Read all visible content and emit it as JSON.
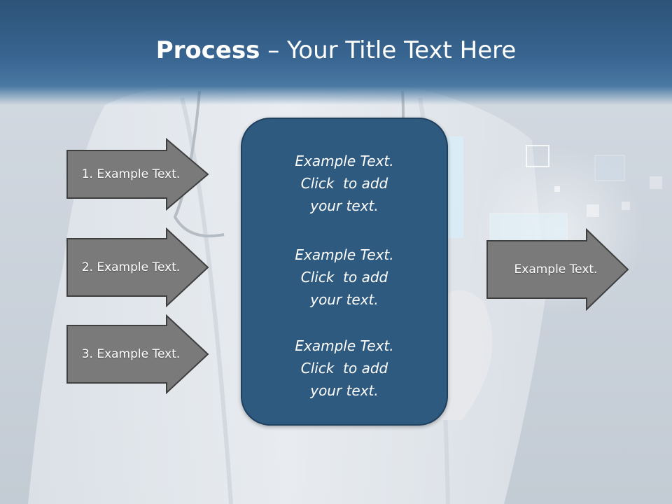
{
  "title": {
    "bold": "Process",
    "rest": " – Your Title Text Here"
  },
  "left_arrows": [
    {
      "label": "1. Example Text."
    },
    {
      "label": "2. Example Text."
    },
    {
      "label": "3. Example Text."
    }
  ],
  "center_box": {
    "blocks": [
      {
        "lines": [
          "Example Text.",
          "Click  to add",
          "your text."
        ]
      },
      {
        "lines": [
          "Example Text.",
          "Click  to add",
          "your text."
        ]
      },
      {
        "lines": [
          "Example Text.",
          "Click  to add",
          "your text."
        ]
      }
    ]
  },
  "right_arrow": {
    "label": "Example Text."
  },
  "colors": {
    "title_bar": "#386591",
    "arrow_fill": "#7a7a7a",
    "arrow_stroke": "#3f3f3f",
    "center_fill": "#2f5a80",
    "center_stroke": "#1f3f5e"
  }
}
